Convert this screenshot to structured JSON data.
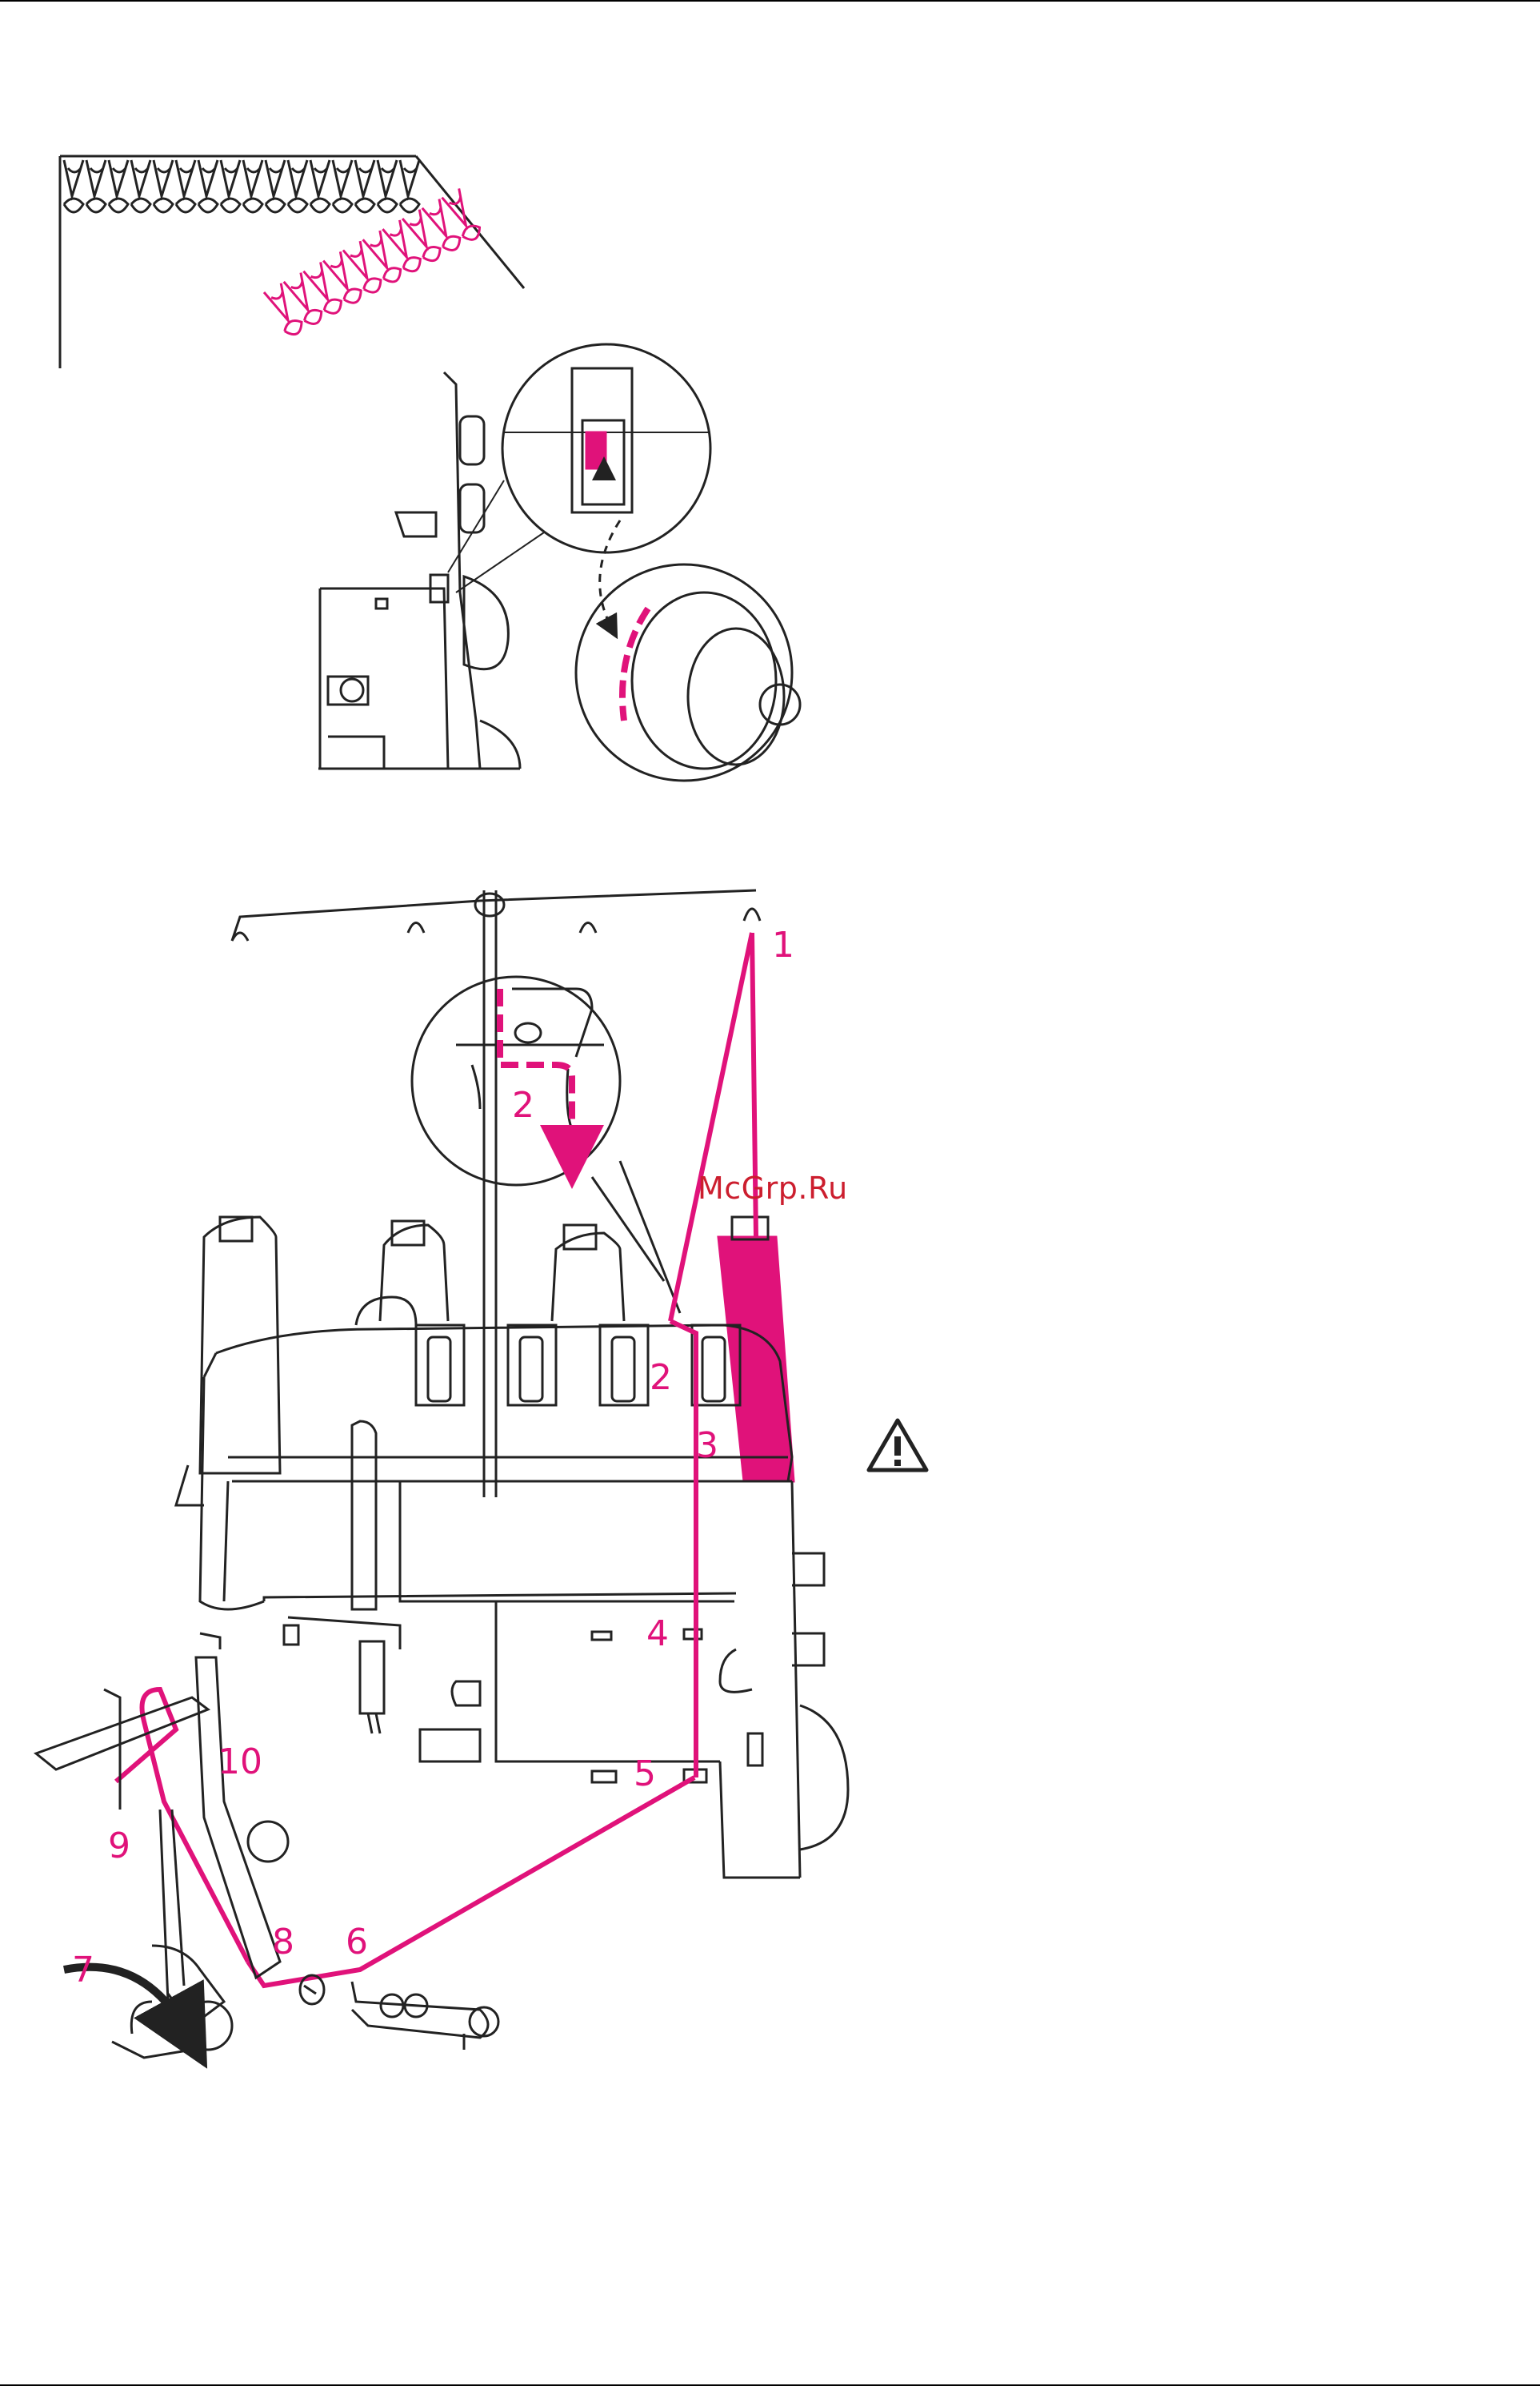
{
  "watermark": "McGrp.Ru",
  "colors": {
    "thread": "#e0127a",
    "ink": "#222222",
    "watermark": "#cc1e2e"
  },
  "callouts": {
    "n1": "1",
    "n2_zoom": "2",
    "n2": "2",
    "n3": "3",
    "n4": "4",
    "n5": "5",
    "n6": "6",
    "n7": "7",
    "n8": "8",
    "n9": "9",
    "n10": "10"
  },
  "icons": [
    "warning-triangle-icon"
  ]
}
